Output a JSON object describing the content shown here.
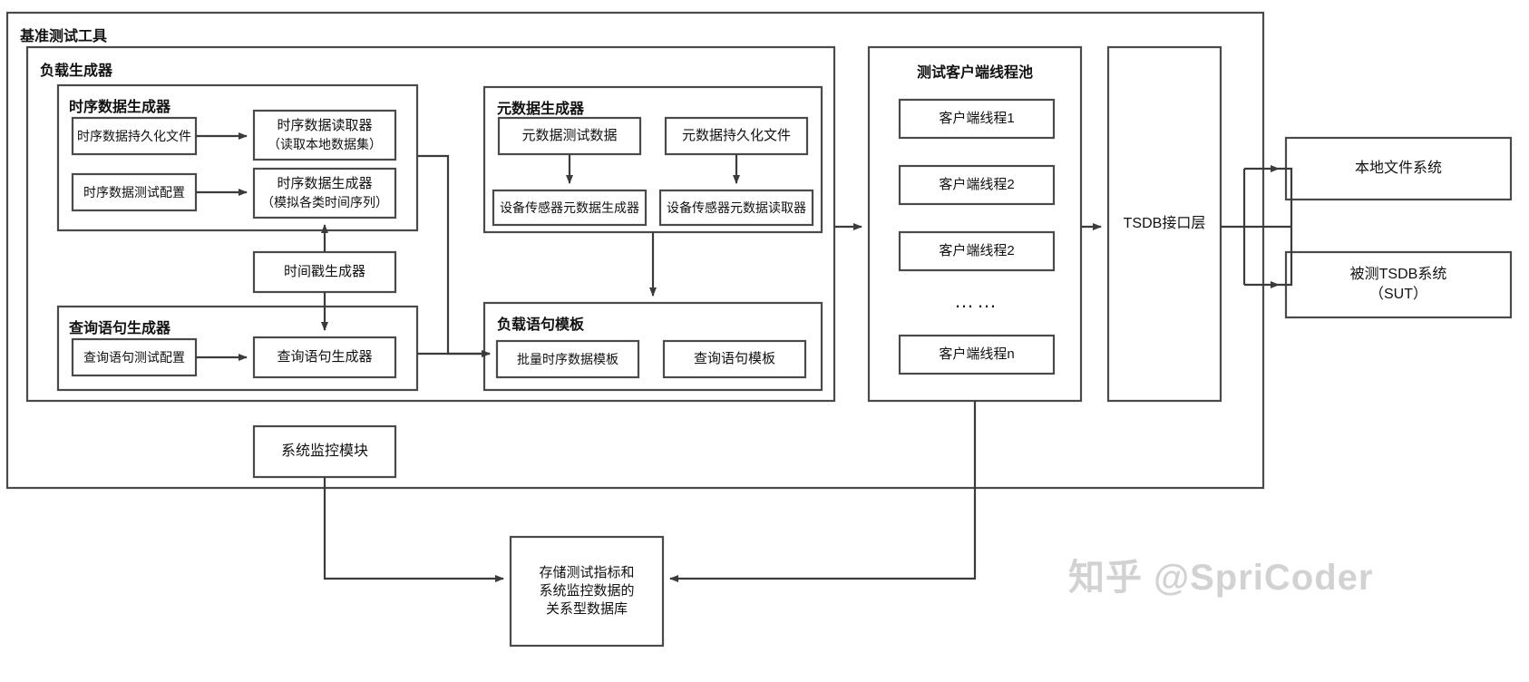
{
  "diagram": {
    "title": "基准测试工具",
    "watermark": "知乎 @SpriCoder",
    "groups": {
      "benchmark_tool": "基准测试工具",
      "load_generator": "负载生成器",
      "timeseries_generator": "时序数据生成器",
      "query_generator": "查询语句生成器",
      "metadata_generator": "元数据生成器",
      "workload_template": "负载语句模板",
      "client_thread_pool": "测试客户端线程池"
    },
    "nodes": {
      "ts_persist_file": "时序数据持久化文件",
      "ts_test_config": "时序数据测试配置",
      "ts_reader_line1": "时序数据读取器",
      "ts_reader_line2": "（读取本地数据集）",
      "ts_generator_line1": "时序数据生成器",
      "ts_generator_line2": "（模拟各类时间序列）",
      "timestamp_generator": "时间戳生成器",
      "query_test_config": "查询语句测试配置",
      "query_stmt_generator": "查询语句生成器",
      "meta_test_data": "元数据测试数据",
      "meta_persist_file": "元数据持久化文件",
      "device_sensor_meta_generator": "设备传感器元数据生成器",
      "device_sensor_meta_reader": "设备传感器元数据读取器",
      "batch_ts_template": "批量时序数据模板",
      "query_stmt_template": "查询语句模板",
      "client_thread_1": "客户端线程1",
      "client_thread_2": "客户端线程2",
      "client_thread_3": "客户端线程2",
      "client_thread_ellipsis": "……",
      "client_thread_n": "客户端线程n",
      "tsdb_interface_layer": "TSDB接口层",
      "local_file_system": "本地文件系统",
      "sut_line1": "被测TSDB系统",
      "sut_line2": "（SUT）",
      "system_monitor": "系统监控模块",
      "metrics_db_line1": "存储测试指标和",
      "metrics_db_line2": "系统监控数据的",
      "metrics_db_line3": "关系型数据库"
    },
    "colors": {
      "stroke": "#4a4a4a",
      "line": "#3b3b3b",
      "background": "#ffffff",
      "text": "#111111",
      "watermark": "#d2d2d2"
    }
  }
}
